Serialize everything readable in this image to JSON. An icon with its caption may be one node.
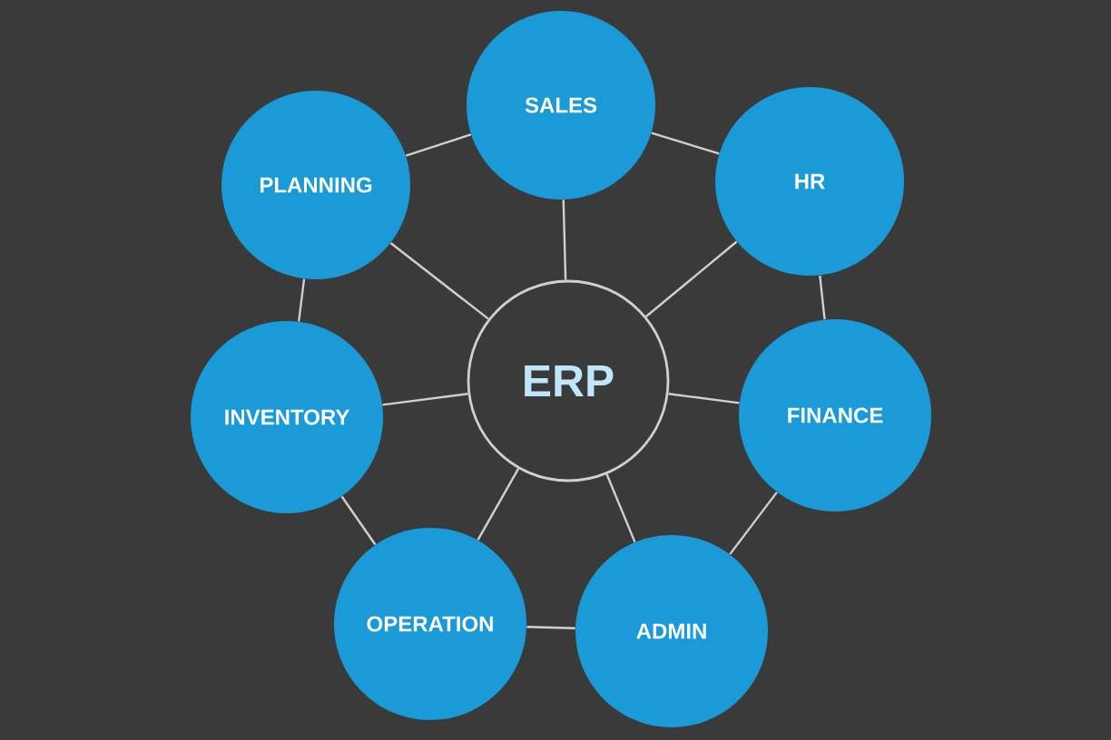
{
  "diagram": {
    "nodes": [
      {
        "text": [
          "SALES"
        ]
      },
      {
        "text": [
          "PLANNING"
        ]
      },
      {
        "text": [
          "HR"
        ]
      },
      {
        "text": [
          "ERP"
        ]
      },
      {
        "text": [
          "INVENTORY"
        ]
      },
      {
        "text": [
          "FINANCE"
        ]
      },
      {
        "text": [
          "OPERATION"
        ]
      },
      {
        "text": [
          "ADMIN"
        ]
      }
    ],
    "edges": [
      {
        "from": 1,
        "to": 0,
        "arrow": "none"
      },
      {
        "from": 0,
        "to": 2,
        "arrow": "none"
      },
      {
        "from": 2,
        "to": 5,
        "arrow": "none"
      },
      {
        "from": 5,
        "to": 7,
        "arrow": "none"
      },
      {
        "from": 7,
        "to": 6,
        "arrow": "none"
      },
      {
        "from": 6,
        "to": 4,
        "arrow": "none"
      },
      {
        "from": 4,
        "to": 1,
        "arrow": "none"
      },
      {
        "from": 3,
        "to": 0,
        "arrow": "none"
      },
      {
        "from": 3,
        "to": 1,
        "arrow": "none"
      },
      {
        "from": 3,
        "to": 2,
        "arrow": "none"
      },
      {
        "from": 3,
        "to": 4,
        "arrow": "none"
      },
      {
        "from": 3,
        "to": 5,
        "arrow": "none"
      },
      {
        "from": 3,
        "to": 6,
        "arrow": "none"
      },
      {
        "from": 3,
        "to": 7,
        "arrow": "none"
      }
    ]
  }
}
